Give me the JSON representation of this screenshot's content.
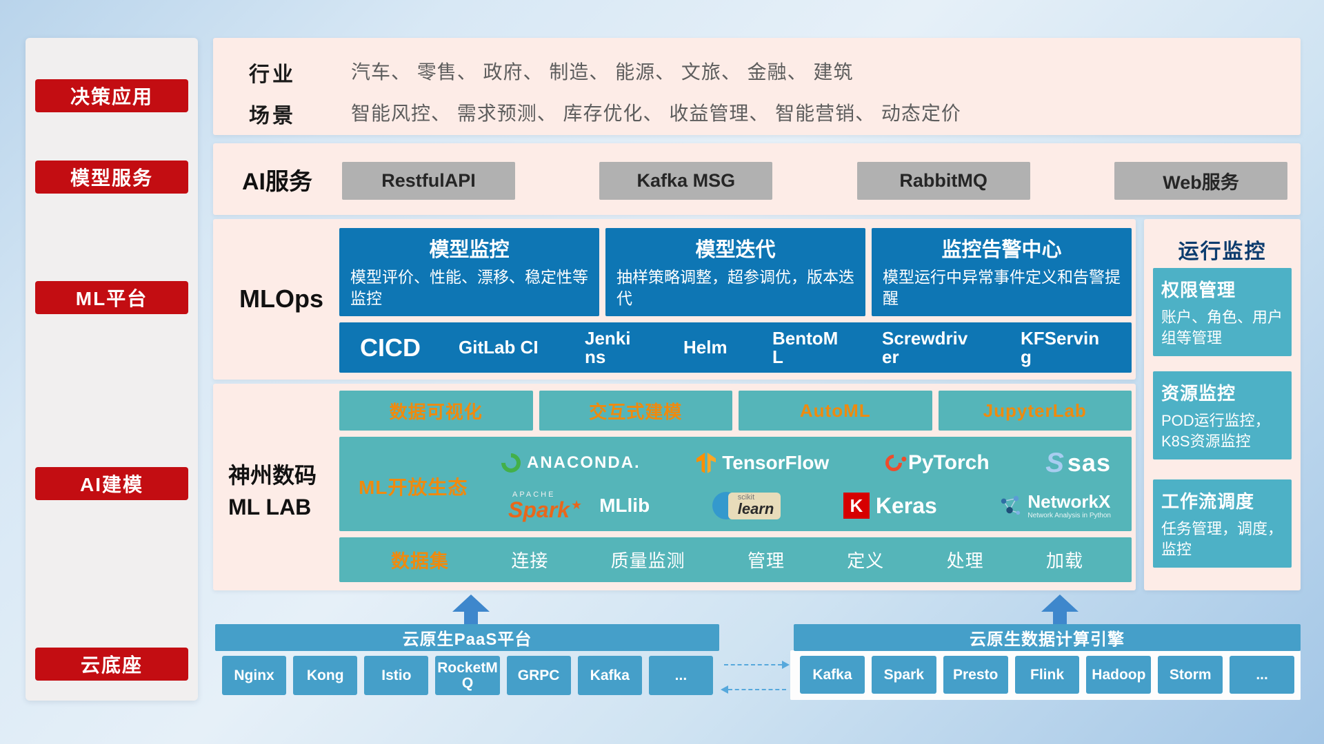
{
  "sidebar": {
    "items": [
      "决策应用",
      "模型服务",
      "ML平台",
      "AI建模",
      "云底座"
    ]
  },
  "industry_band": {
    "row1_label": "行业",
    "row1_text": "汽车、 零售、 政府、 制造、 能源、 文旅、 金融、 建筑",
    "row2_label": "场景",
    "row2_text": "智能风控、 需求预测、 库存优化、 收益管理、 智能营销、 动态定价"
  },
  "ai_service_band": {
    "label": "AI服务",
    "buttons": [
      "RestfulAPI",
      "Kafka MSG",
      "RabbitMQ",
      "Web服务"
    ]
  },
  "mlops_band": {
    "label": "MLOps",
    "cards": [
      {
        "title": "模型监控",
        "desc": "模型评价、性能、漂移、稳定性等监控"
      },
      {
        "title": "模型迭代",
        "desc": "抽样策略调整，超参调优，版本迭代"
      },
      {
        "title": "监控告警中心",
        "desc": "模型运行中异常事件定义和告警提醒"
      }
    ],
    "cicd_label": "CICD",
    "cicd_items": [
      "GitLab CI",
      "Jenkins",
      "Helm",
      "BentoML",
      "Screwdriver",
      "KFServing"
    ]
  },
  "mllab_band": {
    "label_line1": "神州数码",
    "label_line2": "ML LAB",
    "tools": [
      "数据可视化",
      "交互式建模",
      "AutoML",
      "JupyterLab"
    ],
    "ecosystem_label": "ML开放生态",
    "logos": {
      "anaconda": "ANACONDA.",
      "tensorflow": "TensorFlow",
      "pytorch": "PyTorch",
      "sas_swirl": "S",
      "sas": "sas",
      "apache_small": "APACHE",
      "spark": "Spark",
      "spark_star": "★",
      "mllib": "MLlib",
      "scikit_small": "scikit",
      "learn": "learn",
      "keras_initial": "K",
      "keras": "Keras",
      "networkx": "NetworkX",
      "networkx_sub": "Network Analysis in Python"
    },
    "dataset_label": "数据集",
    "dataset_items": [
      "连接",
      "质量监测",
      "管理",
      "定义",
      "处理",
      "加载"
    ]
  },
  "monitor_panel": {
    "title": "运行监控",
    "cards": [
      {
        "title": "权限管理",
        "desc": "账户、角色、用户组等管理"
      },
      {
        "title": "资源监控",
        "desc": "POD运行监控，K8S资源监控"
      },
      {
        "title": "工作流调度",
        "desc": "任务管理，调度，监控"
      }
    ]
  },
  "bottom": {
    "paas_title": "云原生PaaS平台",
    "paas_items": [
      "Nginx",
      "Kong",
      "Istio",
      "RocketMQ",
      "GRPC",
      "Kafka",
      "..."
    ],
    "engine_title": "云原生数据计算引擎",
    "engine_items": [
      "Kafka",
      "Spark",
      "Presto",
      "Flink",
      "Hadoop",
      "Storm",
      "..."
    ]
  },
  "colors": {
    "red": "#c30d12",
    "band_pink": "#fdece7",
    "deep_blue": "#0e76b4",
    "teal": "#55b5b9",
    "cyan": "#4db1c6",
    "bottom_blue": "#459fc9",
    "orange": "#ef8a0e",
    "gray_button": "#b1b1b1"
  }
}
